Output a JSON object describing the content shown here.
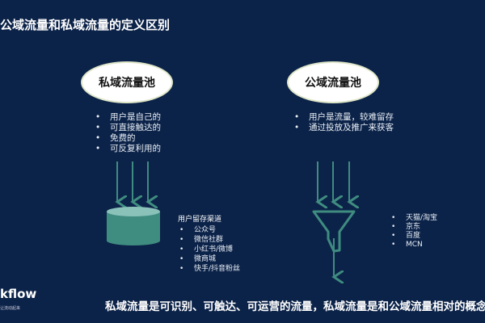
{
  "title": "公域流量和私域流量的定义区别",
  "private": {
    "label": "私域流量池",
    "points": [
      "用户是自己的",
      "可直接触达的",
      "免费的",
      "可反复利用的"
    ],
    "channels_title": "用户留存渠道",
    "channels": [
      "公众号",
      "微信社群",
      "小红书/微博",
      "微商城",
      "快手/抖音粉丝"
    ]
  },
  "public": {
    "label": "公域流量池",
    "points": [
      "用户是流量，较难留存",
      "通过投放及推广来获客"
    ],
    "channels": [
      "天猫/淘宝",
      "京东",
      "百度",
      "MCN"
    ]
  },
  "bottom_text": "私域流量是可识别、可触达、可运营的流量，私域流量是和公域流量相对的概念",
  "logo": {
    "text": "kflow",
    "sub": "让流动起来"
  },
  "colors": {
    "background": "#0c2349",
    "accent": "#3f8c80"
  }
}
